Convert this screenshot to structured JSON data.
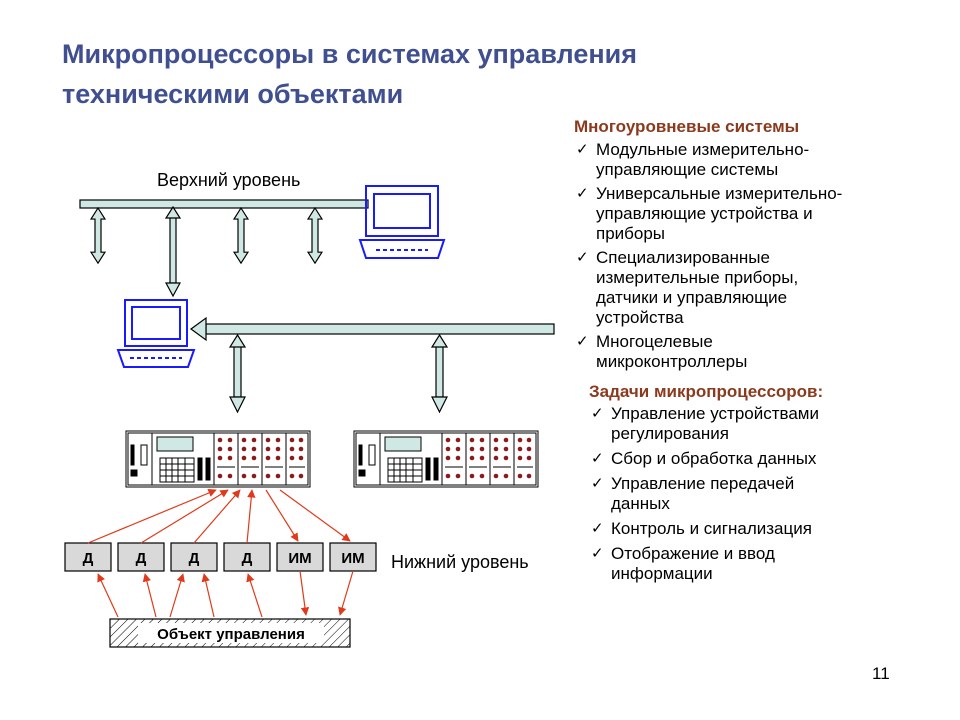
{
  "title": {
    "line1": "Микропроцессоры в системах управления",
    "line2": "техническими объектами"
  },
  "diagram": {
    "upper_label": "Верхний уровень",
    "lower_label": "Нижний уровень",
    "object_label": "Объект управления",
    "sensor_label": "Д",
    "actuator_label": "ИМ"
  },
  "panel": {
    "section1_header": "Многоуровневые системы",
    "section1_items": [
      [
        "Модульные измерительно-",
        "управляющие системы"
      ],
      [
        "Универсальные измерительно-",
        "управляющие устройства и",
        "приборы"
      ],
      [
        "Специализированные",
        "измерительные приборы,",
        "датчики и управляющие",
        "устройства"
      ],
      [
        "Многоцелевые",
        "микроконтроллеры"
      ]
    ],
    "section2_header": "Задачи микропроцессоров:",
    "section2_items": [
      [
        "Управление устройствами",
        "регулирования"
      ],
      [
        "Сбор и обработка данных"
      ],
      [
        "Управление передачей",
        "данных"
      ],
      [
        "Контроль и сигнализация"
      ],
      [
        "Отображение и ввод",
        "информации"
      ]
    ]
  },
  "page_number": "11",
  "colors": {
    "title": "#3f4f8f",
    "section_header": "#8b3a1e",
    "bus_fill": "#cfe8e4",
    "computer_blue": "#1a1aff",
    "arrow_red": "#e03a1a",
    "box_fill": "#d9d9d9"
  }
}
